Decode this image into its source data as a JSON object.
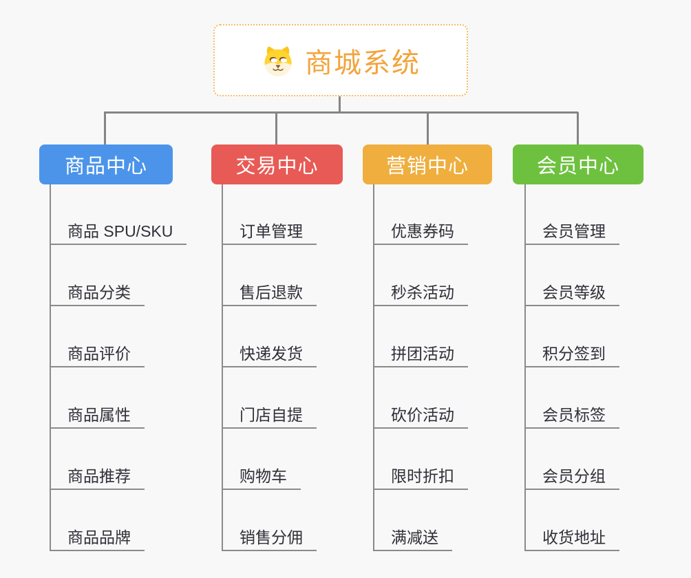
{
  "root": {
    "title": "商城系统",
    "icon": "dog-face-icon"
  },
  "colors": {
    "background": "#f8f8f8",
    "root_text": "#f2a43c",
    "root_border": "#f4bc66",
    "connector": "#858585",
    "child_text": "#2f2f38",
    "branch_product": "#4b94ea",
    "branch_trade": "#e85a55",
    "branch_marketing": "#efae3e",
    "branch_member": "#6ec13f"
  },
  "branches": [
    {
      "label": "商品中心",
      "color": "#4b94ea",
      "children": [
        "商品 SPU/SKU",
        "商品分类",
        "商品评价",
        "商品属性",
        "商品推荐",
        "商品品牌"
      ]
    },
    {
      "label": "交易中心",
      "color": "#e85a55",
      "children": [
        "订单管理",
        "售后退款",
        "快递发货",
        "门店自提",
        "购物车",
        "销售分佣"
      ]
    },
    {
      "label": "营销中心",
      "color": "#efae3e",
      "children": [
        "优惠券码",
        "秒杀活动",
        "拼团活动",
        "砍价活动",
        "限时折扣",
        "满减送"
      ]
    },
    {
      "label": "会员中心",
      "color": "#6ec13f",
      "children": [
        "会员管理",
        "会员等级",
        "积分签到",
        "会员标签",
        "会员分组",
        "收货地址"
      ]
    }
  ]
}
